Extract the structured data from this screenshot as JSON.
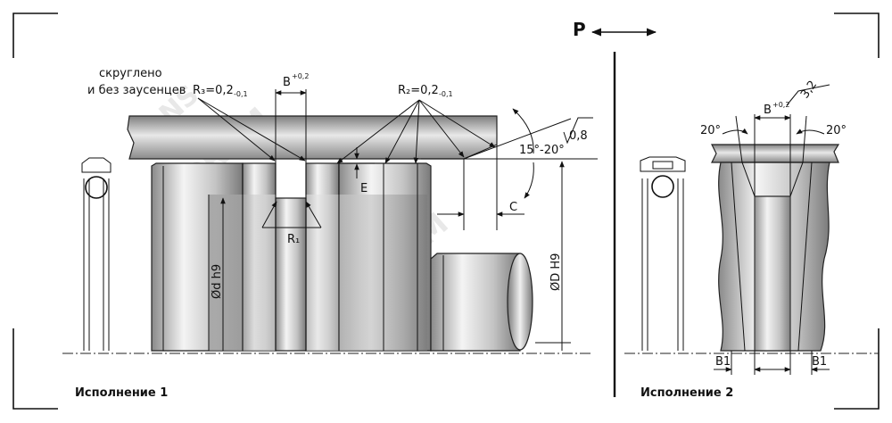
{
  "header": {
    "pressure_label": "P"
  },
  "variant1": {
    "caption": "Исполнение 1",
    "note_line1": "скруглено",
    "note_line2": "и без заусенцев",
    "r3_label": "R₃=0,2",
    "r3_tol": "-0,1",
    "groove_width_label": "B",
    "groove_width_tol": "+0,2",
    "r2_label": "R₂=0,2",
    "r2_tol": "-0,1",
    "roughness_label": "0,8",
    "chamfer_angle_label": "15°-20°",
    "chamfer_length_label": "C",
    "gap_label": "E",
    "r1_label": "R₁",
    "rod_diameter_label": "Ød h9",
    "bore_diameter_label": "ØD H9"
  },
  "variant2": {
    "caption": "Исполнение 2",
    "roughness_label": "3,2",
    "groove_width_label": "B",
    "groove_width_tol": "+0,2",
    "angle_left_label": "20°",
    "angle_right_label": "20°",
    "b1_left_label": "B1",
    "b1_right_label": "B1"
  },
  "watermark": {
    "text": "PROM"
  },
  "colors": {
    "line": "#111111",
    "metal_dark": "#7a7a7a",
    "metal_light": "#f2f2f2",
    "watermark": "#e6e6e6"
  }
}
